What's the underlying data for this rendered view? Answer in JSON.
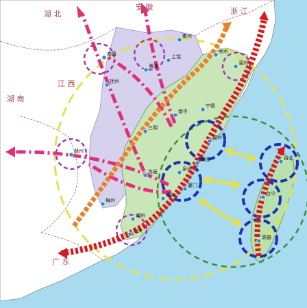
{
  "map": {
    "colors": {
      "sea": "#a8dbf0",
      "land_outside": "#ffffff",
      "fujian_main": "#c9e6b9",
      "fujian_west": "#d6d2ee",
      "taiwan": "#b7e2b0",
      "corridor_east": "#d41c1c",
      "corridor_inland": "#e8822a",
      "corridor_radial": "#e0307a",
      "region_circle": "#e6e04a",
      "strait_circle": "#3a8f3a",
      "hub_circle": "#1f2fb0",
      "node_circle": "#a23ab0"
    },
    "labels": {
      "hubei": "湖 北",
      "anhui": "安 徽",
      "zhejiang": "浙 江",
      "jiangxi": "江 西",
      "hunan": "湖 南",
      "guangdong": "广 东"
    },
    "cities": [
      {
        "name": "衢州"
      },
      {
        "name": "上饶"
      },
      {
        "name": "鹰潭"
      },
      {
        "name": "南昌"
      },
      {
        "name": "抚州"
      },
      {
        "name": "温州"
      },
      {
        "name": "丽水"
      },
      {
        "name": "宁德"
      },
      {
        "name": "南平"
      },
      {
        "name": "福州"
      },
      {
        "name": "三明"
      },
      {
        "name": "莆田"
      },
      {
        "name": "泉州"
      },
      {
        "name": "龙岩"
      },
      {
        "name": "厦门"
      },
      {
        "name": "漳州"
      },
      {
        "name": "赣州"
      },
      {
        "name": "梅州"
      },
      {
        "name": "潮州"
      },
      {
        "name": "汕头"
      },
      {
        "name": "台北"
      },
      {
        "name": "台中"
      },
      {
        "name": "高雄"
      }
    ]
  }
}
